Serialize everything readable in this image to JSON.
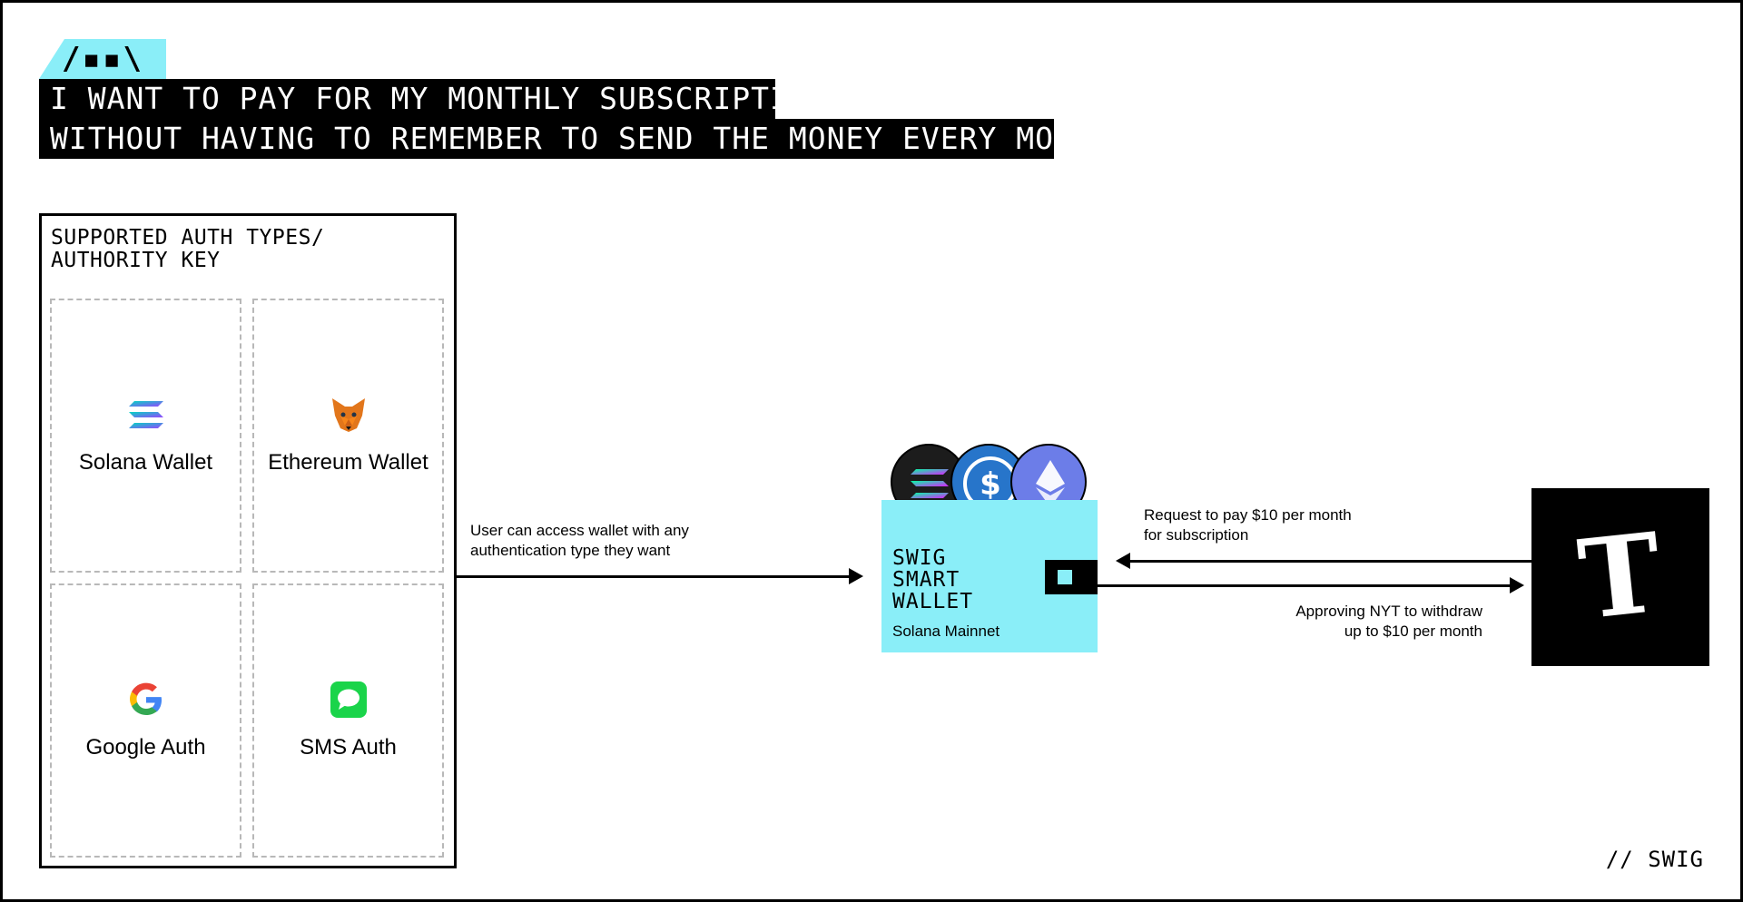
{
  "header": {
    "tag": "/▪▪\\",
    "line1": "I WANT TO PAY FOR MY MONTHLY SUBSCRIPTION",
    "line2": "WITHOUT HAVING TO REMEMBER TO SEND THE MONEY EVERY MONTH…"
  },
  "auth_panel": {
    "title": "SUPPORTED AUTH TYPES/\nAUTHORITY KEY",
    "items": [
      {
        "label": "Solana Wallet",
        "icon": "solana-icon"
      },
      {
        "label": "Ethereum Wallet",
        "icon": "metamask-fox-icon"
      },
      {
        "label": "Google Auth",
        "icon": "google-icon"
      },
      {
        "label": "SMS Auth",
        "icon": "message-bubble-icon"
      }
    ]
  },
  "access_note": "User can access wallet with any\nauthentication type they want",
  "wallet": {
    "title": "SWIG\nSMART\nWALLET",
    "network": "Solana Mainnet",
    "tokens": [
      "solana-coin-icon",
      "usdc-coin-icon",
      "ethereum-coin-icon"
    ]
  },
  "request_note": "Request to pay $10 per month\nfor subscription",
  "approve_note": "Approving NYT to withdraw\nup to $10 per month",
  "merchant": {
    "logo": "nyt-logo",
    "glyph": "T"
  },
  "footer": "// SWIG",
  "colors": {
    "accent": "#8aeef8",
    "black": "#000000"
  }
}
